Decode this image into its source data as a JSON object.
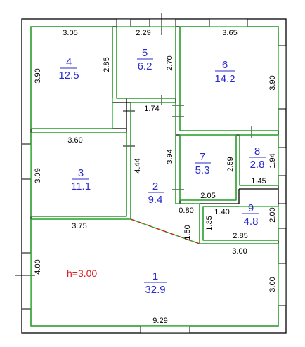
{
  "plan": {
    "height_label": "h=3.00",
    "rooms": [
      {
        "number": "1",
        "area": "32.9"
      },
      {
        "number": "2",
        "area": "9.4"
      },
      {
        "number": "3",
        "area": "11.1"
      },
      {
        "number": "4",
        "area": "12.5"
      },
      {
        "number": "5",
        "area": "6.2"
      },
      {
        "number": "6",
        "area": "14.2"
      },
      {
        "number": "7",
        "area": "5.3"
      },
      {
        "number": "8",
        "area": "2.8"
      },
      {
        "number": "9",
        "area": "4.8"
      }
    ],
    "dimensions": {
      "r4_top": "3.05",
      "r4_left": "3.90",
      "r4_right": "2.85",
      "r5_top": "2.29",
      "r5_right": "2.70",
      "r6_top": "3.65",
      "r6_right": "3.90",
      "corridor_top": "1.74",
      "r3_top": "3.60",
      "r3_left": "3.09",
      "r2_left": "4.44",
      "r2_right": "3.94",
      "r7_right": "2.59",
      "r7_bottom": "2.05",
      "r8_right": "1.94",
      "r8_bottom": "1.45",
      "r9_top_left": "0.80",
      "r9_top": "1.40",
      "r9_right": "2.00",
      "r9_bottom": "2.85",
      "r9_left_a": "1.50",
      "r9_left_b": "1.35",
      "r1_top_left": "3.75",
      "r1_top_right": "3.00",
      "r1_left": "4.00",
      "r1_right": "3.00",
      "r1_bottom": "9.29"
    },
    "colors": {
      "wall": "#000000",
      "room_outline": "#22b022",
      "label": "#2b2bd0",
      "height": "#d42020",
      "opening": "#d42020"
    }
  }
}
